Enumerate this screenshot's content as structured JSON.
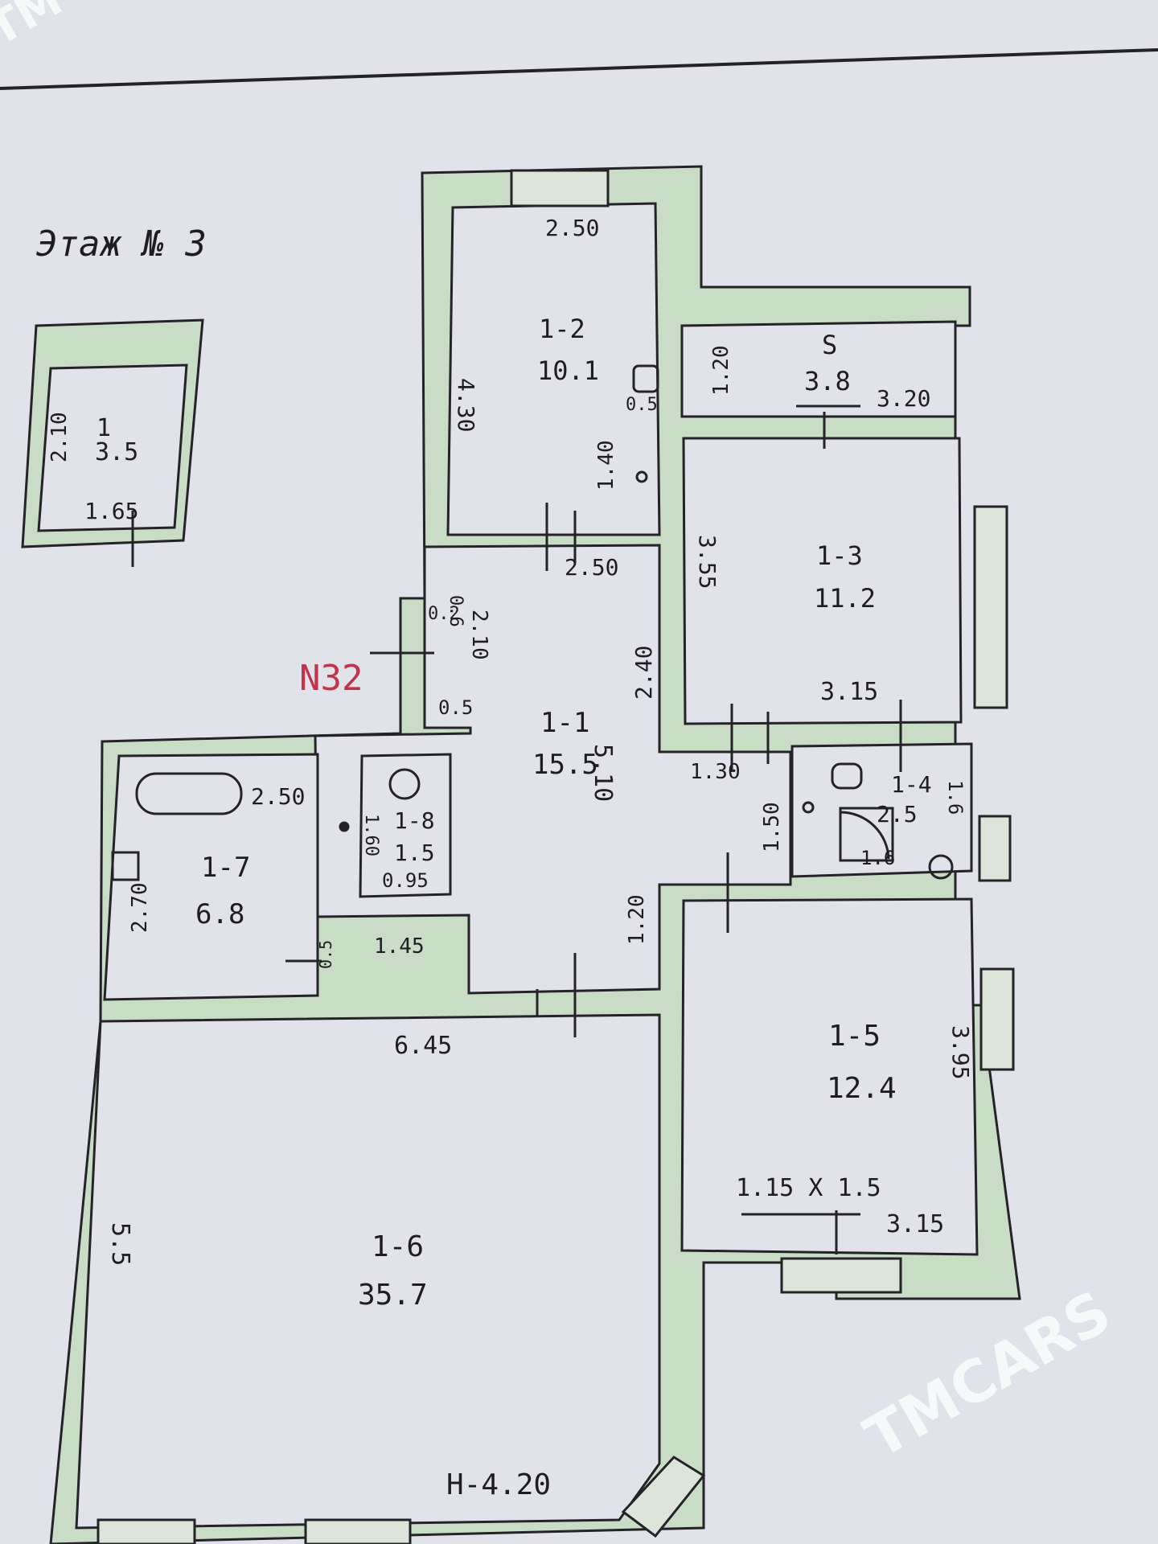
{
  "header": {
    "title": "Этаж № 3"
  },
  "apartment": {
    "number_label": "N32",
    "height_label": "H-4.20"
  },
  "rooms": [
    {
      "id": "1",
      "area": "3.5",
      "dims": [
        "2.10",
        "1.65"
      ]
    },
    {
      "id": "1-2",
      "area": "10.1",
      "dims": [
        "2.50",
        "4.30",
        "1.40",
        "0.5",
        "2.50"
      ]
    },
    {
      "id": "S",
      "area": "3.8",
      "dims": [
        "1.20",
        "3.20"
      ]
    },
    {
      "id": "1-3",
      "area": "11.2",
      "dims": [
        "3.55",
        "3.15"
      ]
    },
    {
      "id": "1-1",
      "area": "15.5",
      "dims": [
        "5.10",
        "2.40",
        "2.10",
        "0.2",
        "0.5",
        "0.6",
        "1.30",
        "1.20"
      ]
    },
    {
      "id": "1-4",
      "area": "2.5",
      "dims": [
        "1.6",
        "1.6",
        "1.50"
      ]
    },
    {
      "id": "1-7",
      "area": "6.8",
      "dims": [
        "2.50",
        "2.70"
      ]
    },
    {
      "id": "1-8",
      "area": "1.5",
      "dims": [
        "1.60",
        "0.95",
        "1.45",
        "0.5"
      ]
    },
    {
      "id": "1-5",
      "area": "12.4",
      "dims": [
        "3.95",
        "3.15",
        "1.15 X 1.5"
      ]
    },
    {
      "id": "1-6",
      "area": "35.7",
      "dims": [
        "6.45",
        "5.5"
      ]
    }
  ],
  "watermark": {
    "brand": "TMCARS",
    "corner": "TM"
  },
  "colors": {
    "wall_fill": "#c9dcc6",
    "line": "#232328",
    "paper": "#e2e3ea",
    "accent_red": "#c2324a"
  }
}
